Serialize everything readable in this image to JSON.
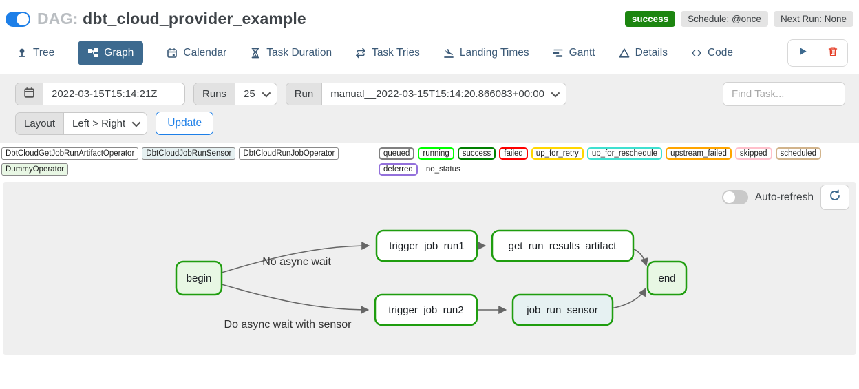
{
  "header": {
    "dag_prefix": "DAG:",
    "dag_title": "dbt_cloud_provider_example",
    "status_badge": "success",
    "schedule_badge": "Schedule: @once",
    "next_run_badge": "Next Run: None",
    "accent_blue": "#1d7fe8",
    "success_green": "#1c8510"
  },
  "tabs": [
    {
      "label": "Tree",
      "icon": "pin-icon"
    },
    {
      "label": "Graph",
      "icon": "graph-icon",
      "active": true
    },
    {
      "label": "Calendar",
      "icon": "calendar-icon"
    },
    {
      "label": "Task Duration",
      "icon": "hourglass-icon"
    },
    {
      "label": "Task Tries",
      "icon": "repeat-icon"
    },
    {
      "label": "Landing Times",
      "icon": "plane-landing-icon"
    },
    {
      "label": "Gantt",
      "icon": "gantt-icon"
    },
    {
      "label": "Details",
      "icon": "triangle-icon"
    },
    {
      "label": "Code",
      "icon": "code-icon"
    }
  ],
  "filters": {
    "base_date": "2022-03-15T15:14:21Z",
    "runs_label": "Runs",
    "runs_value": "25",
    "run_label": "Run",
    "run_value": "manual__2022-03-15T15:14:20.866083+00:00",
    "find_task_placeholder": "Find Task...",
    "layout_label": "Layout",
    "layout_value": "Left > Right",
    "update_label": "Update"
  },
  "legend": {
    "operators": [
      {
        "label": "DbtCloudGetJobRunArtifactOperator",
        "color": "#ffffff"
      },
      {
        "label": "DbtCloudJobRunSensor",
        "color": "#e6f1f2"
      },
      {
        "label": "DbtCloudRunJobOperator",
        "color": "#ffffff"
      },
      {
        "label": "DummyOperator",
        "color": "#e8f7e4"
      }
    ],
    "statuses": [
      {
        "label": "queued",
        "color": "#808080"
      },
      {
        "label": "running",
        "color": "#00ff00"
      },
      {
        "label": "success",
        "color": "#008000"
      },
      {
        "label": "failed",
        "color": "#ff0000"
      },
      {
        "label": "up_for_retry",
        "color": "#ffd700"
      },
      {
        "label": "up_for_reschedule",
        "color": "#40e0d0"
      },
      {
        "label": "upstream_failed",
        "color": "#ffa500"
      },
      {
        "label": "skipped",
        "color": "#ffc0cb"
      },
      {
        "label": "scheduled",
        "color": "#d2b48c"
      },
      {
        "label": "deferred",
        "color": "#9370db"
      },
      {
        "label": "no_status",
        "color": "transparent"
      }
    ]
  },
  "graph": {
    "auto_refresh_label": "Auto-refresh",
    "node_border_color": "#1f9d0f",
    "nodes": [
      {
        "label": "begin",
        "fill": "#e8f7e4"
      },
      {
        "label": "trigger_job_run1",
        "fill": "#ffffff"
      },
      {
        "label": "get_run_results_artifact",
        "fill": "#ffffff"
      },
      {
        "label": "end",
        "fill": "#e8f7e4"
      },
      {
        "label": "trigger_job_run2",
        "fill": "#ffffff"
      },
      {
        "label": "job_run_sensor",
        "fill": "#e6f1f2"
      }
    ],
    "edge_labels": [
      {
        "text": "No async wait"
      },
      {
        "text": "Do async wait with sensor"
      }
    ]
  }
}
